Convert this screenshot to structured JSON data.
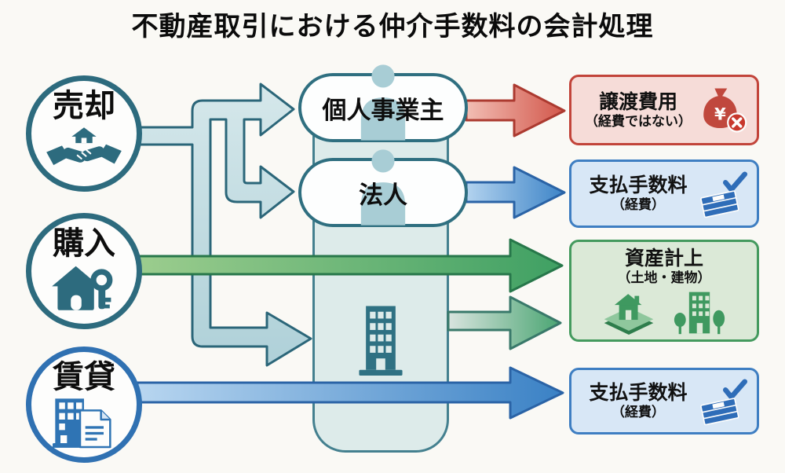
{
  "title": "不動産取引における仲介手数料の会計処理",
  "sources": [
    {
      "label": "売却",
      "icon": "handshake-house-icon"
    },
    {
      "label": "購入",
      "icon": "house-key-icon"
    },
    {
      "label": "賃貸",
      "icon": "building-document-icon"
    }
  ],
  "entities": [
    {
      "label": "個人事業主",
      "icon": "person-icon"
    },
    {
      "label": "法人",
      "icon": "person-icon"
    }
  ],
  "company": {
    "icon": "building-icon"
  },
  "outcomes": [
    {
      "title": "譲渡費用",
      "subtitle": "（経費ではない）",
      "icon": "money-bag-x-icon",
      "accent": "#c2443a"
    },
    {
      "title": "支払手数料",
      "subtitle": "（経費）",
      "icon": "money-check-icon",
      "accent": "#3e7ec2"
    },
    {
      "title": "資産計上",
      "subtitle": "（土地・建物）",
      "icon": "house-and-building-icon",
      "accent": "#449a5e"
    },
    {
      "title": "支払手数料",
      "subtitle": "（経費）",
      "icon": "money-check-icon",
      "accent": "#3e7ec2"
    }
  ],
  "colors": {
    "teal": "#2d6b7e",
    "blue": "#3071b2",
    "green": "#3f9960",
    "red": "#c2443a",
    "container_fill": "#ddebea",
    "background": "#faf9f5"
  }
}
